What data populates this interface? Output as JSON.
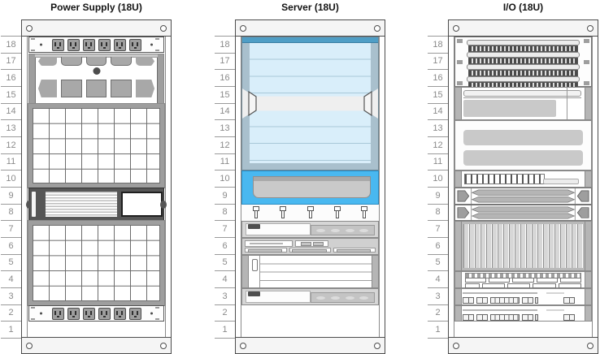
{
  "diagram": {
    "unit_labels": [
      "18",
      "17",
      "16",
      "15",
      "14",
      "13",
      "12",
      "11",
      "10",
      "9",
      "8",
      "7",
      "6",
      "5",
      "4",
      "3",
      "2",
      "1"
    ],
    "racks": [
      {
        "title": "Power Supply (18U)",
        "height_units": "18U",
        "equipment": [
          {
            "name": "power-strip",
            "u": "18",
            "outlets": 6
          },
          {
            "name": "fan-blower-tray",
            "u": "15-17"
          },
          {
            "name": "blank-grid-panel",
            "u": "10-14"
          },
          {
            "name": "power-supply-unit",
            "u": "8-9"
          },
          {
            "name": "blank-grid-panel",
            "u": "3-7"
          },
          {
            "name": "power-strip",
            "u": "2",
            "outlets": 6
          },
          {
            "name": "empty",
            "u": "1"
          }
        ]
      },
      {
        "title": "Server (18U)",
        "height_units": "18U",
        "equipment": [
          {
            "name": "blade-server-chassis",
            "u": "11-18"
          },
          {
            "name": "keyboard-tray",
            "u": "9-10"
          },
          {
            "name": "cable-hooks",
            "u": "8",
            "hooks": 5
          },
          {
            "name": "rack-server",
            "u": "7"
          },
          {
            "name": "switch-panel",
            "u": "6"
          },
          {
            "name": "vented-server",
            "u": "4-5"
          },
          {
            "name": "rack-server",
            "u": "3"
          },
          {
            "name": "empty",
            "u": "1-2"
          }
        ]
      },
      {
        "title": "I/O (18U)",
        "height_units": "18U",
        "equipment": [
          {
            "name": "punch-down-panel",
            "u": "16-18",
            "strips": 4
          },
          {
            "name": "server-with-bezel",
            "u": "14-15"
          },
          {
            "name": "dual-bay-panel",
            "u": "11-13"
          },
          {
            "name": "vent-panel",
            "u": "10"
          },
          {
            "name": "cable-duct",
            "u": "9"
          },
          {
            "name": "cable-duct",
            "u": "8"
          },
          {
            "name": "blade-enclosure",
            "u": "5-7"
          },
          {
            "name": "port-patch-panel",
            "u": "4"
          },
          {
            "name": "network-switch",
            "u": "3"
          },
          {
            "name": "network-switch",
            "u": "2"
          },
          {
            "name": "empty",
            "u": "1"
          }
        ]
      }
    ],
    "colors": {
      "frame_border": "#4d4d4d",
      "frame_fill": "#f5f5f5",
      "unit_number_text": "#8a8a8a",
      "equip_gray": "#9e9e9e",
      "equip_light_gray": "#c9c9c9",
      "equip_dark": "#565656",
      "server_blue_top": "#4f9ec6",
      "server_blue_light": "#d9eefa",
      "server_blue_bright": "#49b8f0"
    }
  }
}
